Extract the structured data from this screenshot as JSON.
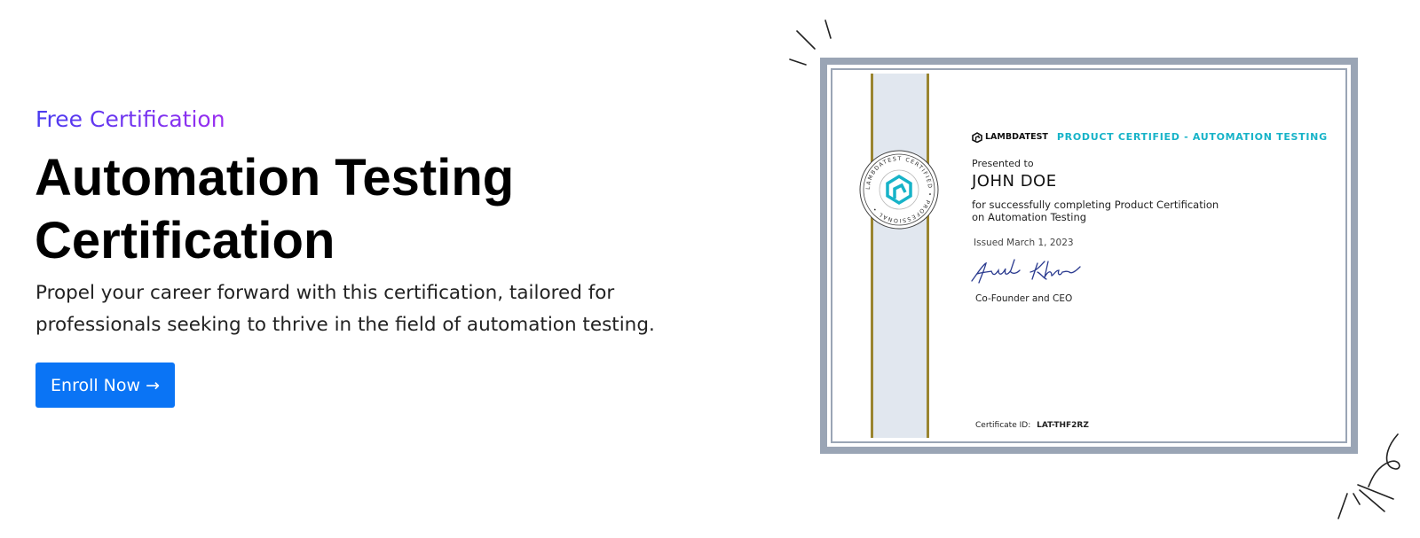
{
  "hero": {
    "eyebrow": "Free Certification",
    "title_line1": "Automation Testing",
    "title_line2": "Certification",
    "description": "Propel your career forward with this certification, tailored for professionals seeking to thrive in the field of automation testing.",
    "enroll_label": "Enroll Now",
    "enroll_icon": "arrow-right-icon"
  },
  "certificate": {
    "brand": "LAMBDATEST",
    "program": "PRODUCT CERTIFIED - AUTOMATION TESTING",
    "presented_label": "Presented to",
    "recipient": "JOHN DOE",
    "reason_line1": "for successfully completing Product Certification",
    "reason_line2": "on Automation Testing",
    "issued": "Issued March 1, 2023",
    "signature": "Ayad Khan",
    "signer_title": "Co-Founder and CEO",
    "cert_id_label": "Certificate ID:",
    "cert_id_value": "LAT-THF2RZ",
    "seal_text": "LAMBDATEST CERTIFIED • PROFESSIONAL •"
  },
  "colors": {
    "accent": "#0a74f5",
    "eyebrow_start": "#4a3cf0",
    "eyebrow_end": "#9b2ef0",
    "frame": "#9aa5b5",
    "ribbon": "#e1e7ef",
    "ribbon_border": "#9a8530",
    "teal": "#17b3c8"
  }
}
